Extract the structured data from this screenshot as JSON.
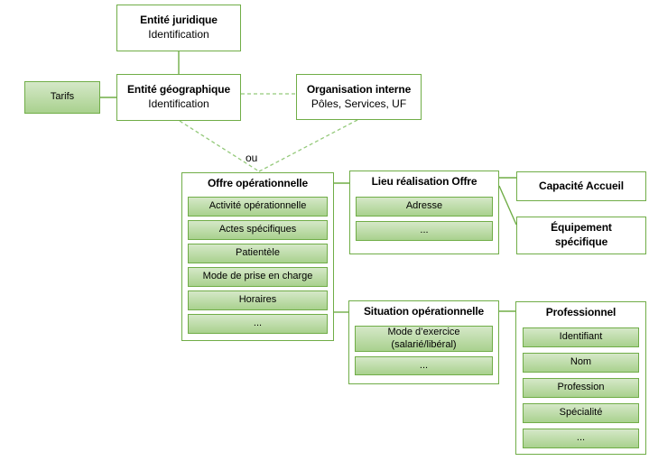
{
  "colors": {
    "border_green": "#70AD47",
    "connector_green": "#70AD47",
    "dashed_green": "#94C97A",
    "fill_light": "#D5E8C8",
    "fill_dark": "#A9D18E",
    "text": "#000000",
    "background": "#FFFFFF"
  },
  "nodes": {
    "entite_juridique": {
      "title": "Entité juridique",
      "subtitle": "Identification"
    },
    "tarifs": {
      "label": "Tarifs"
    },
    "entite_geographique": {
      "title": "Entité géographique",
      "subtitle": "Identification"
    },
    "organisation_interne": {
      "title": "Organisation interne",
      "subtitle": "Pôles, Services, UF"
    },
    "ou_label": "ou",
    "offre_operationnelle": {
      "title": "Offre opérationnelle",
      "items": [
        "Activité opérationnelle",
        "Actes spécifiques",
        "Patientèle",
        "Mode de prise en charge",
        "Horaires",
        "..."
      ]
    },
    "lieu_realisation": {
      "title": "Lieu réalisation Offre",
      "items": [
        "Adresse",
        "..."
      ]
    },
    "capacite_accueil": {
      "title": "Capacité Accueil"
    },
    "equipement_specifique": {
      "title": "Équipement spécifique"
    },
    "situation_operationnelle": {
      "title": "Situation opérationnelle",
      "items": [
        "Mode d’exercice (salarié/libéral)",
        "..."
      ]
    },
    "professionnel": {
      "title": "Professionnel",
      "items": [
        "Identifiant",
        "Nom",
        "Profession",
        "Spécialité",
        "..."
      ]
    }
  }
}
